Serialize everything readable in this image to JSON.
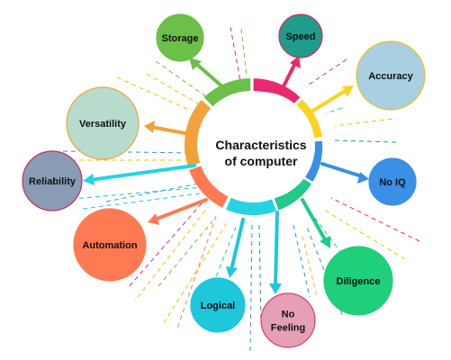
{
  "center": {
    "line1": "Characteristics",
    "line2": "of computer"
  },
  "nodes": [
    {
      "id": "storage",
      "label": "Storage",
      "lines": [
        "Storage"
      ],
      "fill": "#6cc04a",
      "stroke": "#6cc04a"
    },
    {
      "id": "speed",
      "label": "Speed",
      "lines": [
        "Speed"
      ],
      "fill": "#1e9e8a",
      "stroke": "#e0246a"
    },
    {
      "id": "accuracy",
      "label": "Accuracy",
      "lines": [
        "Accuracy"
      ],
      "fill": "#a9cfe2",
      "stroke": "#f2c200"
    },
    {
      "id": "no-iq",
      "label": "No IQ",
      "lines": [
        "No IQ"
      ],
      "fill": "#3a8fe6",
      "stroke": "#3a8fe6"
    },
    {
      "id": "diligence",
      "label": "Diligence",
      "lines": [
        "Diligence"
      ],
      "fill": "#1fcf7a",
      "stroke": "#1fcf7a"
    },
    {
      "id": "no-feeling",
      "label": "No Feeling",
      "lines": [
        "No",
        "Feeling"
      ],
      "fill": "#e5a0b6",
      "stroke": "#d63a7a"
    },
    {
      "id": "logical",
      "label": "Logical",
      "lines": [
        "Logical"
      ],
      "fill": "#1ec7dc",
      "stroke": "#1ec7dc"
    },
    {
      "id": "automation",
      "label": "Automation",
      "lines": [
        "Automation"
      ],
      "fill": "#ff7a52",
      "stroke": "#ff7a52"
    },
    {
      "id": "reliability",
      "label": "Reliability",
      "lines": [
        "Reliability"
      ],
      "fill": "#8a9bb5",
      "stroke": "#c0305e"
    },
    {
      "id": "versatility",
      "label": "Versatility",
      "lines": [
        "Versatility"
      ],
      "fill": "#b7dccd",
      "stroke": "#f2a23a"
    }
  ],
  "colors": {
    "ring_green": "#6cc04a",
    "ring_pink": "#e8296f",
    "ring_yellow": "#ffd21f",
    "ring_blue": "#3a8fe6",
    "ring_teal_green": "#21c98a",
    "ring_cyan": "#27d3e0",
    "ring_orange": "#ff7a52",
    "ring_amber": "#f2a23a"
  }
}
